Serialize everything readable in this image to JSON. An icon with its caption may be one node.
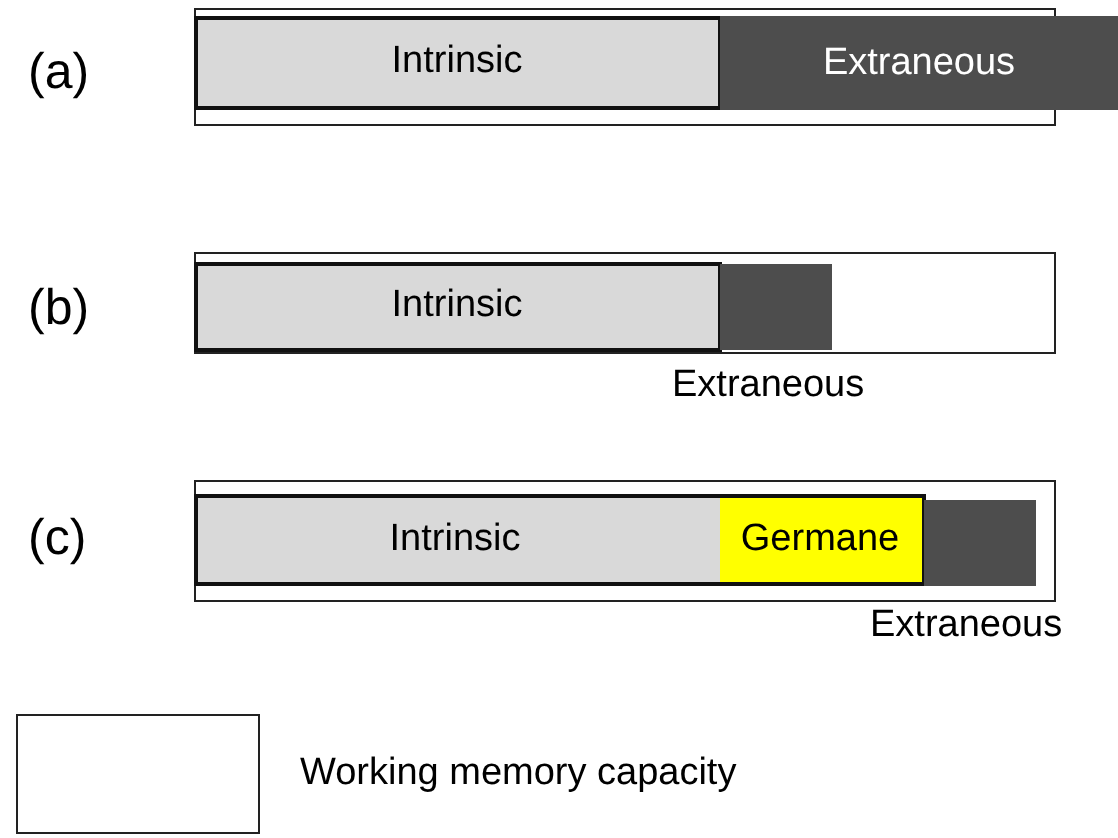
{
  "diagram": {
    "nodes": [
      {
        "text": [],
        "shape": "box"
      },
      {
        "text": [
          "Intrinsic"
        ],
        "in": 0
      },
      {
        "text": [
          "Extraneous"
        ]
      },
      {
        "text": [],
        "shape": "box"
      },
      {
        "text": [
          "Intrinsic"
        ],
        "in": 3
      },
      {
        "text": [],
        "shape": "bar",
        "in": 3,
        "beside": [
          "Extraneous"
        ]
      },
      {
        "text": [],
        "shape": "box"
      },
      {
        "text": [
          "Intrinsic"
        ],
        "in": 6
      },
      {
        "text": [
          "Germane"
        ],
        "in": 7
      },
      {
        "text": [],
        "shape": "bar",
        "in": 6,
        "beside": [
          "Extraneous"
        ]
      }
    ],
    "edges": [],
    "labels": [
      "(a)",
      "(b)",
      "(c)"
    ],
    "legend": [
      {
        "text": "Working memory capacity"
      }
    ]
  }
}
